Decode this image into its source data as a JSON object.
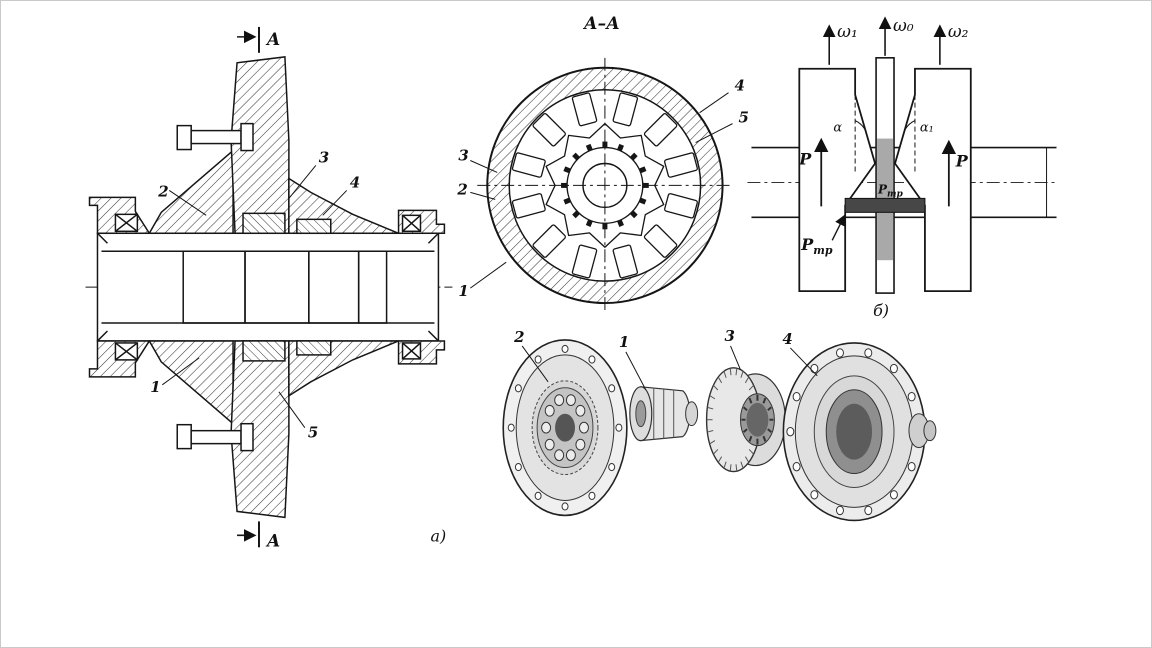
{
  "colors": {
    "ink": "#161616",
    "gray_fill": "#a9a9a9",
    "plunger_dark": "#474747",
    "metal_light": "#ececec",
    "background": "#ffffff"
  },
  "left_view": {
    "section_arrow_top": "A",
    "section_arrow_bottom": "A",
    "sublabel": "а)",
    "callout_1": "1",
    "callout_2": "2",
    "callout_3": "3",
    "callout_4": "4",
    "callout_5": "5"
  },
  "section_view": {
    "title": "А–А",
    "callout_1": "1",
    "callout_2": "2",
    "callout_3": "3",
    "callout_4": "4",
    "callout_5": "5"
  },
  "force_diagram": {
    "omega_1": "ω₁",
    "omega_0": "ω₀",
    "omega_2": "ω₂",
    "alpha": "α",
    "alpha_1": "α₁",
    "force_p": "P",
    "friction_force": "P",
    "friction_sub": "тр",
    "sublabel": "б)"
  },
  "exploded_view": {
    "callout_1": "1",
    "callout_2": "2",
    "callout_3": "3",
    "callout_4": "4"
  }
}
